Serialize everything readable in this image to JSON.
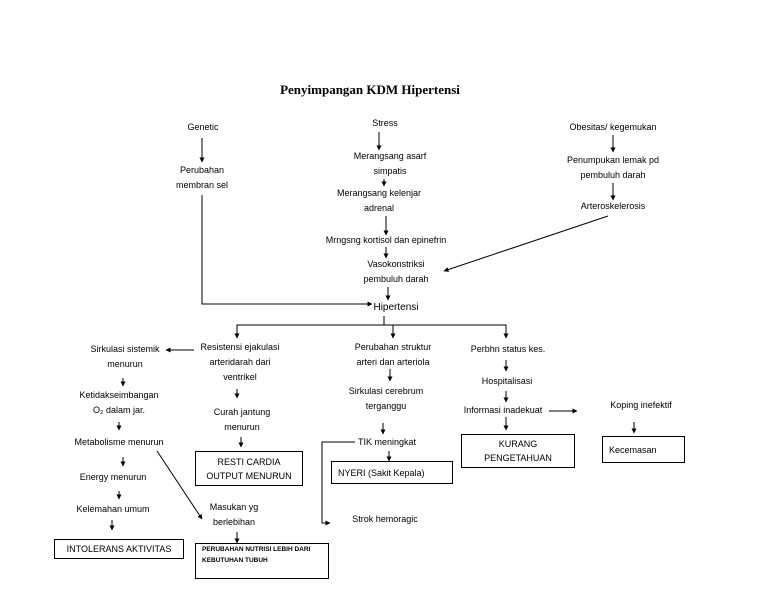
{
  "title": "Penyimpangan KDM Hipertensi",
  "nodes": {
    "genetic": "Genetic",
    "perubahan_membran_1": "Perubahan",
    "perubahan_membran_2": "membran sel",
    "stress": "Stress",
    "merangsang_asarf_1": "Merangsang asarf",
    "merangsang_asarf_2": "simpatis",
    "merangsang_kelenjar_1": "Merangsang kelenjar",
    "merangsang_kelenjar_2": "adrenal",
    "mrngsng_kortisol": "Mrngsng kortisol dan epinefrin",
    "vasokonstriksi_1": "Vasokonstriksi",
    "vasokonstriksi_2": "pembuluh darah",
    "obesitas": "Obesitas/ kegemukan",
    "penumpukan_1": "Penumpukan lemak pd",
    "penumpukan_2": "pembuluh darah",
    "arteroskelerosis": "Arteroskelerosis",
    "hipertensi": "Hipertensi",
    "sirkulasi_sistemik_1": "Sirkulasi sistemik",
    "sirkulasi_sistemik_2": "menurun",
    "ketidakseimbangan_1": "Ketidakseimbangan",
    "ketidakseimbangan_2": "O₂ dalam jar.",
    "metabolisme": "Metabolisme menurun",
    "energy": "Energy menurun",
    "kelemahan": "Kelemahan umum",
    "resistensi_1": "Resistensi ejakulasi",
    "resistensi_2": "arteridarah dari",
    "resistensi_3": "ventrikel",
    "curah_1": "Curah jantung",
    "curah_2": "menurun",
    "masukan_1": "Masukan yg",
    "masukan_2": "berlebihan",
    "perubahan_struktur_1": "Perubahan struktur",
    "perubahan_struktur_2": "arteri dan arteriola",
    "sirkulasi_cerebrum_1": "Sirkulasi cerebrum",
    "sirkulasi_cerebrum_2": "terganggu",
    "tik": "TIK meningkat",
    "strok": "Strok hemoragic",
    "perbhn_1": "Perbhn status kes.",
    "hospitalisasi": "Hospitalisasi",
    "informasi": "Informasi inadekuat",
    "koping": "Koping inefektif"
  },
  "boxes": {
    "intolerans": "INTOLERANS AKTIVITAS",
    "resti_1": "RESTI  CARDIA",
    "resti_2": "OUTPUT MENURUN",
    "perubahan_nutrisi_1": "PERUBAHAN NUTRISI LEBIH DARI",
    "perubahan_nutrisi_2": "KEBUTUHAN TUBUH",
    "nyeri": "NYERI (Sakit Kepala)",
    "kurang_1": "KURANG",
    "kurang_2": "PENGETAHUAN",
    "kecemasan": "Kecemasan"
  }
}
